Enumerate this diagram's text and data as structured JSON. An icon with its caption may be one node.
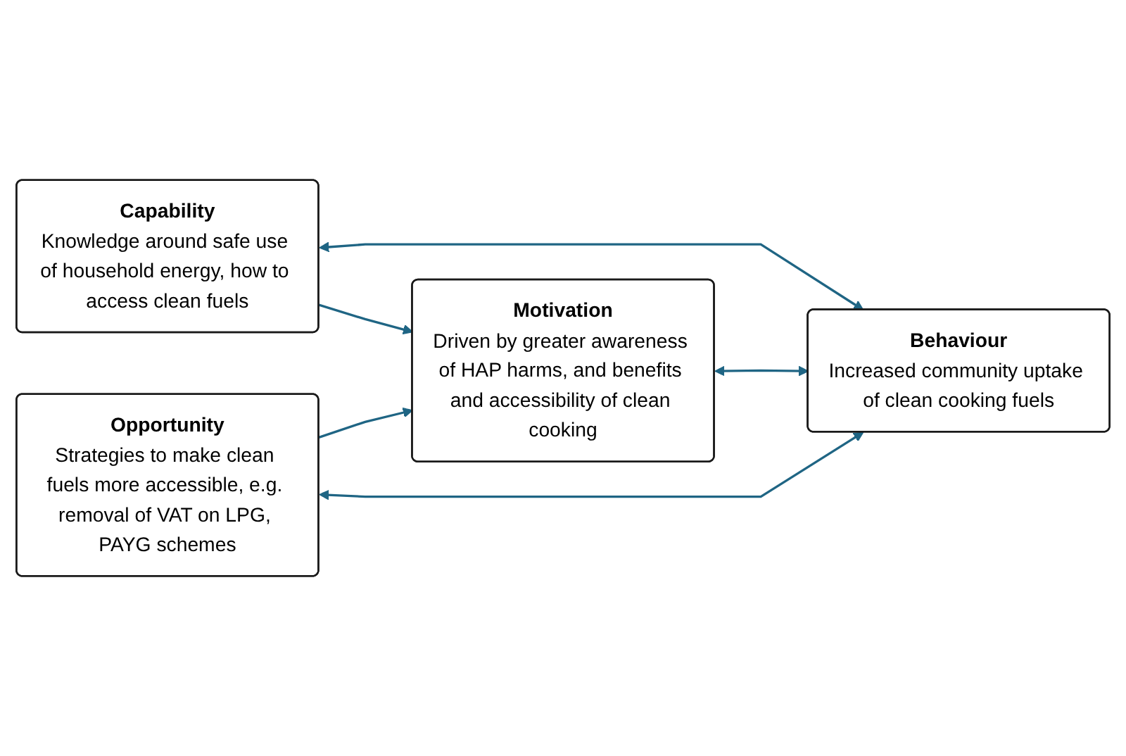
{
  "diagram": {
    "nodes": [
      {
        "text": [
          "Capability",
          "Knowledge around safe use of household energy, how to access clean fuels"
        ]
      },
      {
        "text": [
          "Motivation",
          "Driven by greater awareness of HAP harms, and benefits and accessibility of clean cooking"
        ]
      },
      {
        "text": [
          "Opportunity",
          "Strategies to make clean fuels more accessible, e.g. removal of VAT on LPG, PAYG schemes"
        ]
      },
      {
        "text": [
          "Behaviour",
          "Increased community uptake of clean cooking fuels"
        ]
      }
    ],
    "edges": [
      {
        "from": 0,
        "to": 3,
        "arrow": "both"
      },
      {
        "from": 0,
        "to": 1,
        "arrow": "to"
      },
      {
        "from": 2,
        "to": 1,
        "arrow": "to"
      },
      {
        "from": 1,
        "to": 3,
        "arrow": "both"
      },
      {
        "from": 2,
        "to": 3,
        "arrow": "both"
      }
    ]
  }
}
